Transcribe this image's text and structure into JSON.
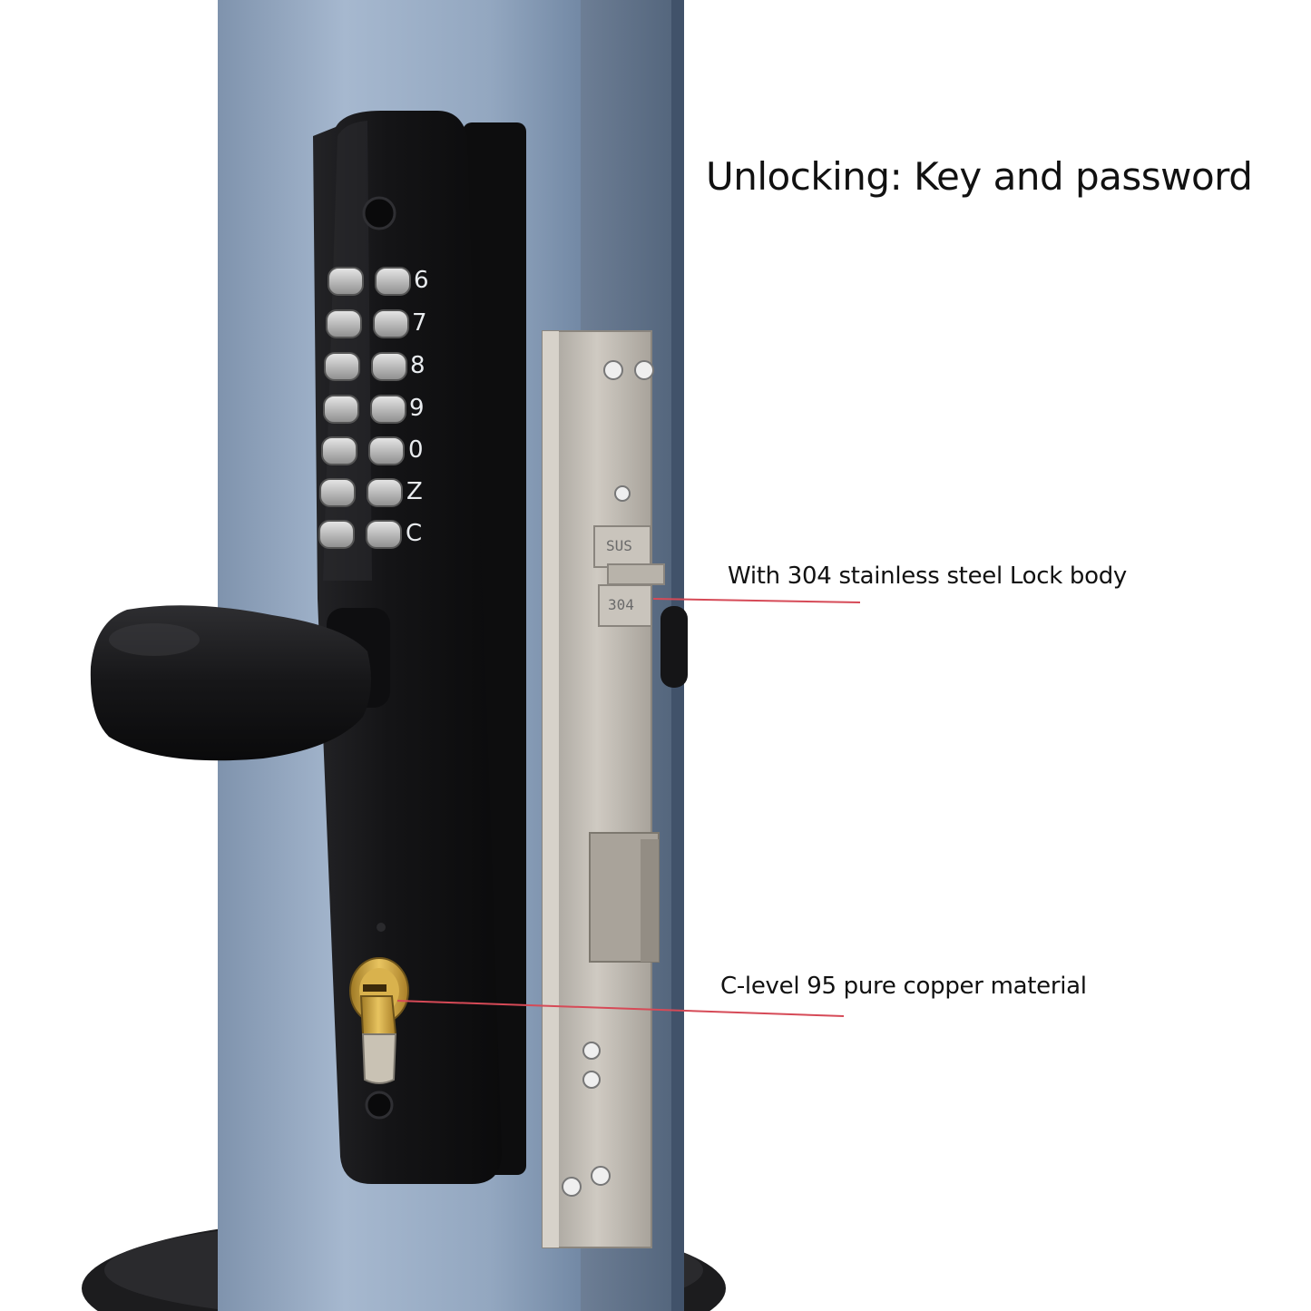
{
  "headline": "Unlocking: Key and password",
  "callouts": [
    {
      "text": "With 304 stainless steel Lock body",
      "leader_color": "#d64a57"
    },
    {
      "text": "C-level 95 pure copper material",
      "leader_color": "#d64a57"
    }
  ],
  "keypad_legends": [
    "6",
    "7",
    "8",
    "9",
    "0",
    "Z",
    "C"
  ],
  "lock_body_stamps": [
    "SUS",
    "304"
  ],
  "colors": {
    "background": "#ffffff",
    "door": "#8ea2bd",
    "lock_panel": "#141416",
    "steel": "#b9b4ac",
    "brass": "#c9a040"
  }
}
